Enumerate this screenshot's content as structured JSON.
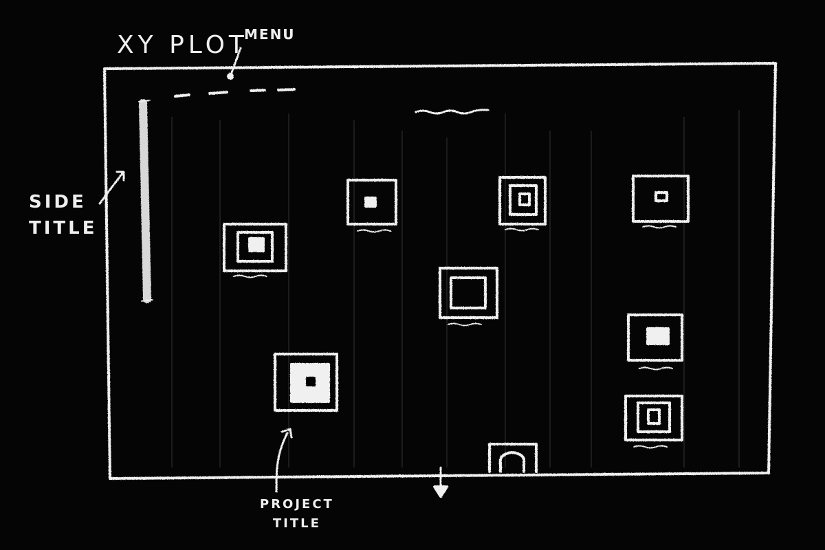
{
  "annotations": {
    "xy_plot": "XY PLOT",
    "menu": "MENU",
    "side_title_line1": "SIDE",
    "side_title_line2": "TITLE",
    "project_title_line1": "PROJECT",
    "project_title_line2": "TITLE"
  },
  "colors": {
    "background": "#050505",
    "chalk": "#f0f0f0",
    "grid_line": "#1c1c1c"
  },
  "tiles": [
    {
      "id": "tile-1",
      "style": "double-square-dot"
    },
    {
      "id": "tile-2",
      "style": "square-dot"
    },
    {
      "id": "tile-3",
      "style": "triple-square"
    },
    {
      "id": "tile-4",
      "style": "square-small-rect"
    },
    {
      "id": "tile-5",
      "style": "double-square"
    },
    {
      "id": "tile-6",
      "style": "square-dot"
    },
    {
      "id": "tile-7",
      "style": "filled-square-dot"
    },
    {
      "id": "tile-8",
      "style": "triple-square"
    },
    {
      "id": "tile-9",
      "style": "double-arch"
    }
  ]
}
